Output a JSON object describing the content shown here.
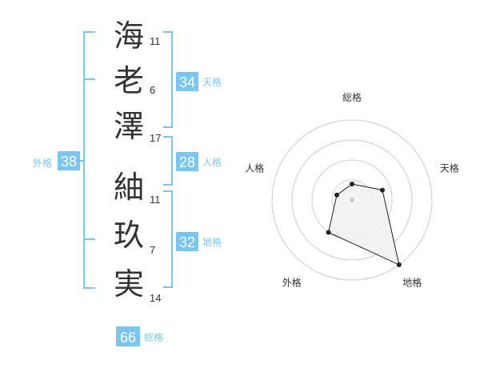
{
  "name": {
    "chars": [
      {
        "char": "海",
        "strokes": "11"
      },
      {
        "char": "老",
        "strokes": "6"
      },
      {
        "char": "澤",
        "strokes": "17"
      },
      {
        "char": "紬",
        "strokes": "11"
      },
      {
        "char": "玖",
        "strokes": "7"
      },
      {
        "char": "実",
        "strokes": "14"
      }
    ]
  },
  "scores": {
    "tenkaku": {
      "label": "天格",
      "value": "34"
    },
    "jinkaku": {
      "label": "人格",
      "value": "28"
    },
    "chikaku": {
      "label": "地格",
      "value": "32"
    },
    "gaikaku": {
      "label": "外格",
      "value": "38"
    },
    "soukaku": {
      "label": "総格",
      "value": "66"
    }
  },
  "chart_data": {
    "type": "radar",
    "axes": [
      "総格",
      "天格",
      "地格",
      "外格",
      "人格"
    ],
    "values": [
      0.2,
      0.4,
      1.0,
      0.5,
      0.2
    ],
    "rings": 4,
    "grid": true
  },
  "colors": {
    "accent": "#79c6f5",
    "text": "#333333",
    "grid": "#cccccc",
    "series_fill": "#f0f0f0",
    "series_stroke": "#222222"
  }
}
